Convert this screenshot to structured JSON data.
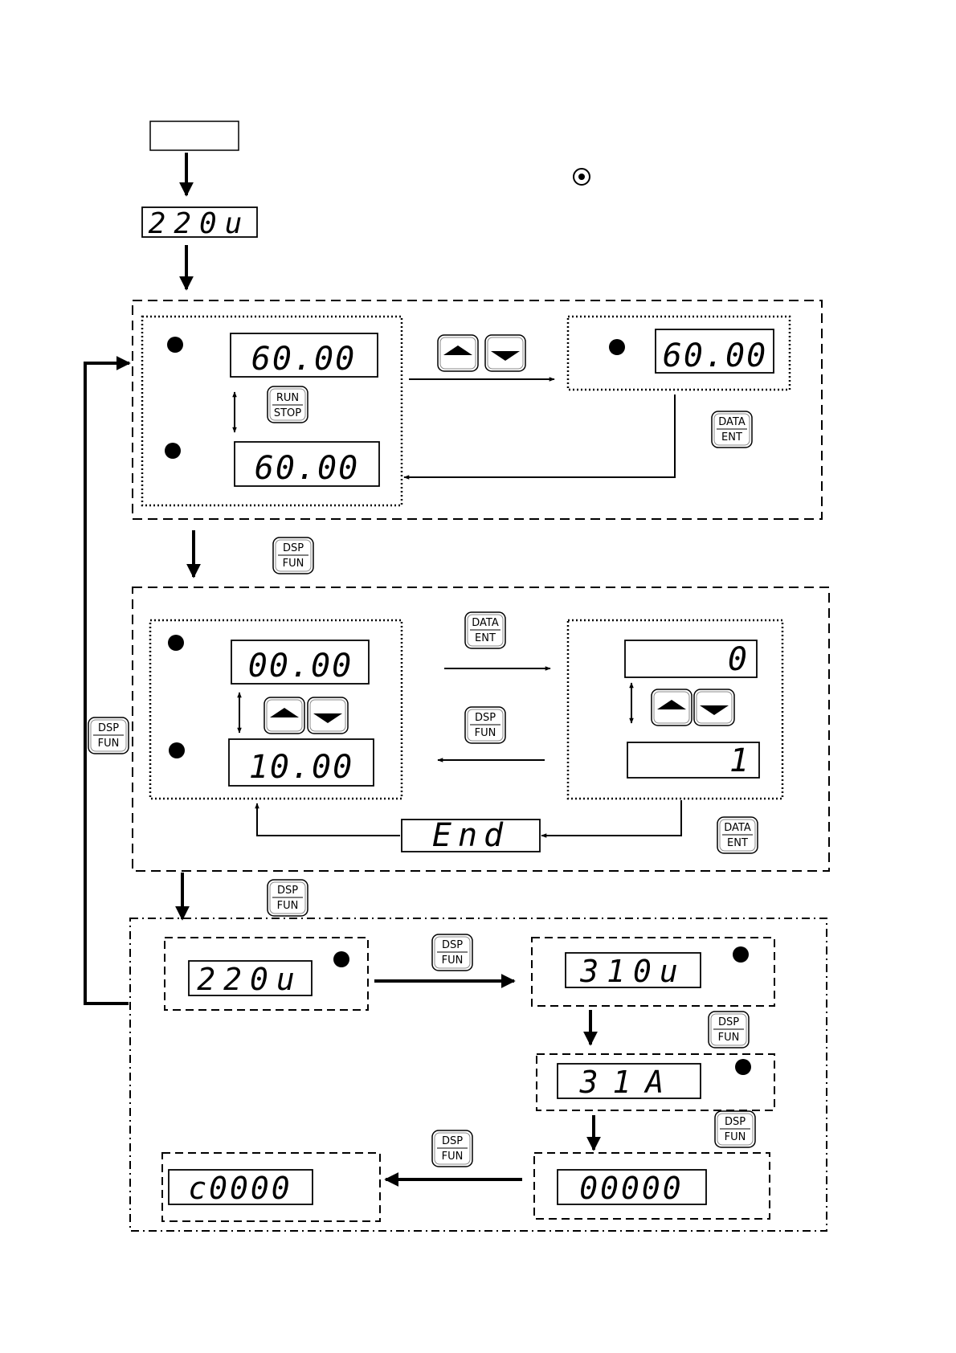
{
  "displays": {
    "power_on": "220u",
    "freq_main": "60.00",
    "freq_edit": "60.00",
    "freq_run": "60.00",
    "param_1": "00.00",
    "param_2": "10.00",
    "set_val_0": "0",
    "set_val_1": "1",
    "end": "End",
    "mon_1": "220u",
    "mon_2": "310u",
    "mon_3": "31A",
    "mon_4": "00000",
    "mon_5": "c0000"
  },
  "keys": {
    "run_stop": {
      "top": "RUN",
      "bottom": "STOP"
    },
    "data_ent": {
      "top": "DATA",
      "bottom": "ENT"
    },
    "dsp_fun": {
      "top": "DSP",
      "bottom": "FUN"
    },
    "up": "up-arrow-icon",
    "down": "down-arrow-icon"
  }
}
